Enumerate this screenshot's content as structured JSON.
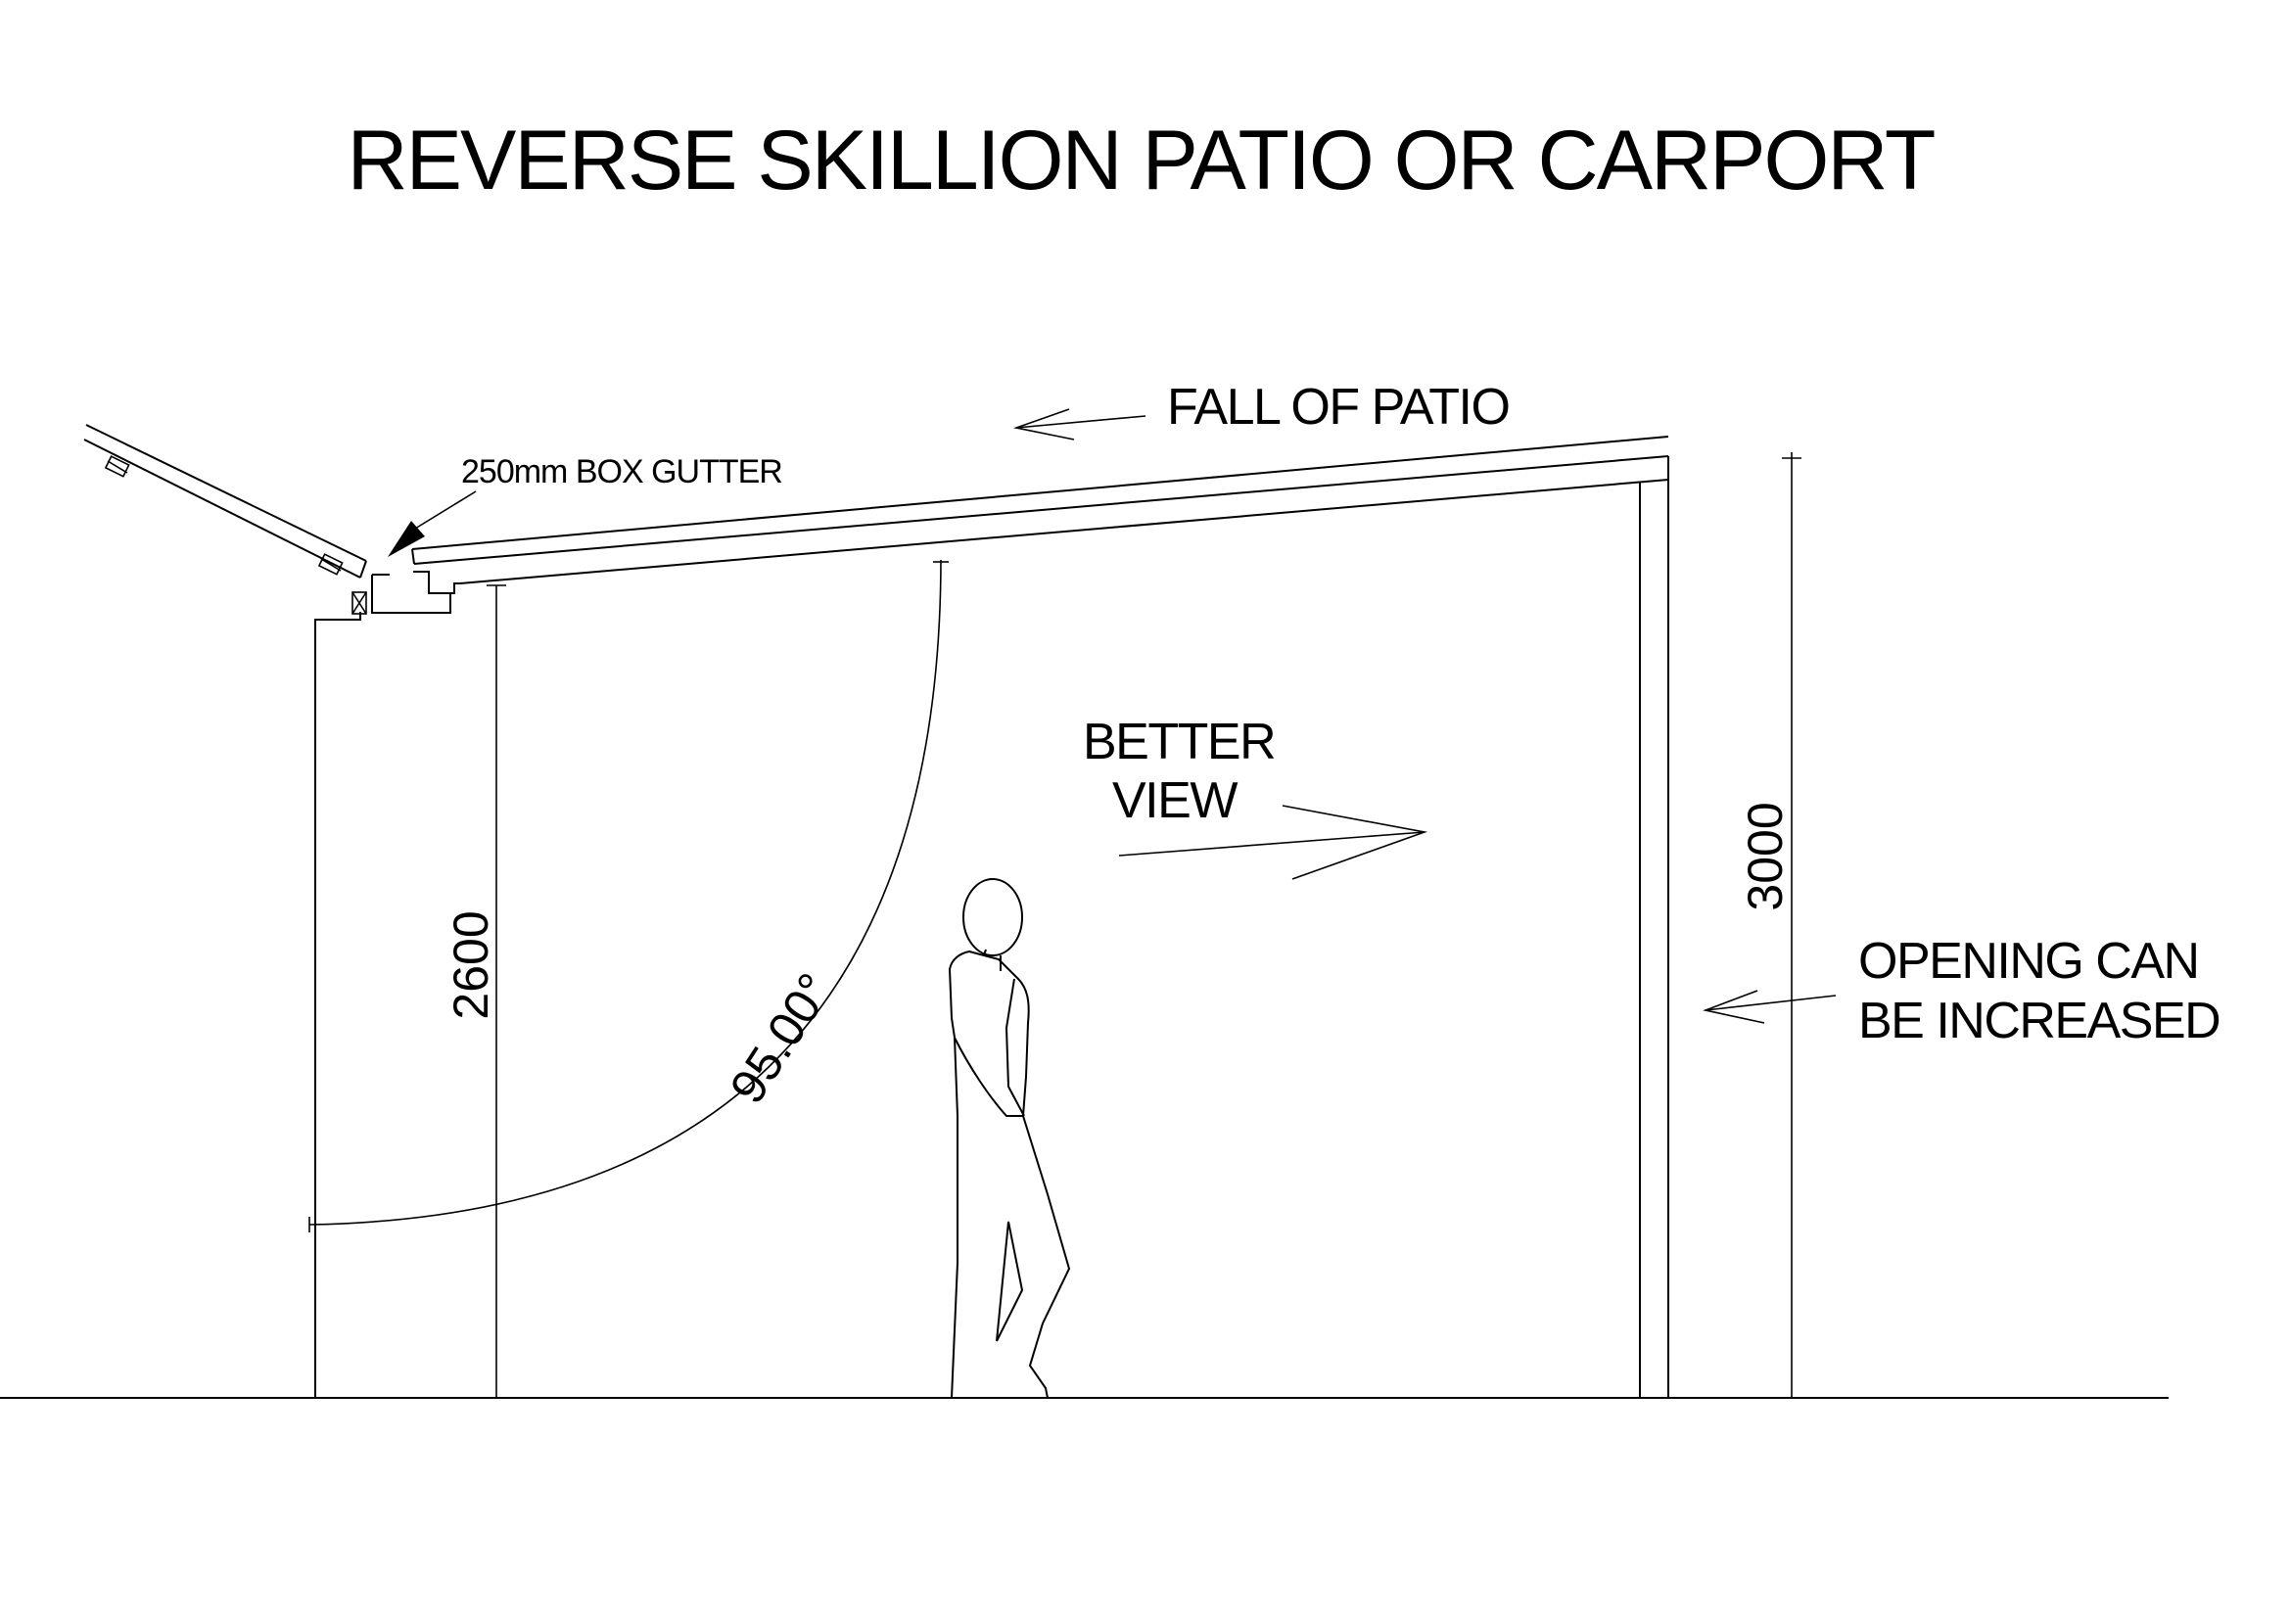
{
  "title": "REVERSE SKILLION PATIO OR CARPORT",
  "labels": {
    "fall_of_patio": "FALL OF PATIO",
    "box_gutter": "250mm BOX GUTTER",
    "better_view_line1": "BETTER",
    "better_view_line2": "VIEW",
    "opening_line1": "OPENING CAN",
    "opening_line2": "BE INCREASED"
  },
  "dimensions": {
    "left_height": "2600",
    "right_height": "3000",
    "angle": "95.00°"
  },
  "colors": {
    "line": "#000000",
    "background": "#ffffff"
  }
}
